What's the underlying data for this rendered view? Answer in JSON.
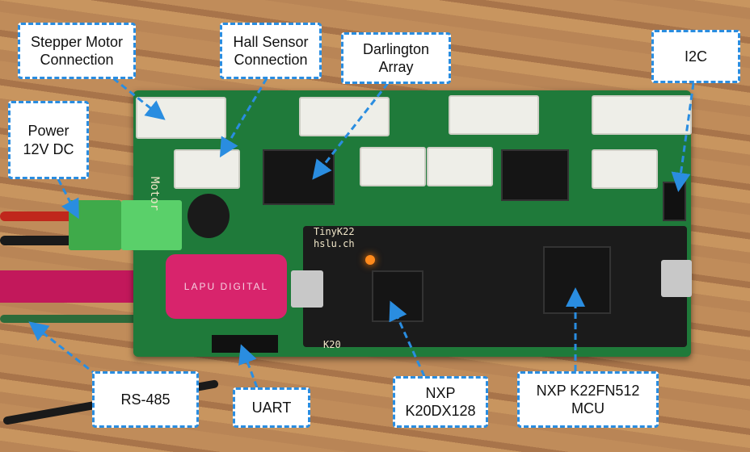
{
  "board": {
    "silk_title": "TinyK22",
    "silk_url": "hslu.ch",
    "brand": "LAPU DIGITAL",
    "silk_motor": "Motor",
    "silk_k20": "K20"
  },
  "callouts": {
    "stepper": "Stepper Motor Connection",
    "hall": "Hall Sensor Connection",
    "darlington": "Darlington Array",
    "i2c": "I2C",
    "power": "Power 12V DC",
    "rs485": "RS-485",
    "uart": "UART",
    "k20": "NXP K20DX128",
    "k22": "NXP K22FN512 MCU"
  },
  "colors": {
    "callout_border": "#2a8de0",
    "pcb": "#1f7a3a"
  }
}
